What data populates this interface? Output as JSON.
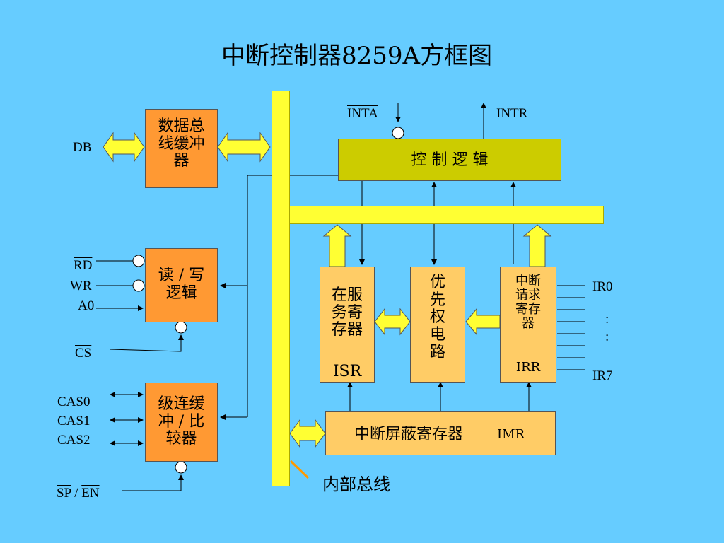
{
  "title": "中断控制器8259A方框图",
  "blocks": {
    "data_bus_buffer": "数据总线缓冲器",
    "rw_logic": "读 / 写逻辑",
    "cascade_buffer": "级连缓冲 / 比较器",
    "control_logic": "控 制 逻 辑",
    "isr": {
      "name": "在服务寄存器",
      "abbr": "ISR"
    },
    "priority": "优先权电路",
    "irr": {
      "name": "中断请求寄存器",
      "abbr": "IRR"
    },
    "imr": {
      "name": "中断屏蔽寄存器",
      "abbr": "IMR"
    }
  },
  "signals": {
    "db": "DB",
    "rd": "RD",
    "wr": "WR",
    "a0": "A0",
    "cs": "CS",
    "cas0": "CAS0",
    "cas1": "CAS1",
    "cas2": "CAS2",
    "sp": "SP",
    "sep": " / ",
    "en": "EN",
    "inta": "INTA",
    "intr": "INTR",
    "ir0": "IR0",
    "ir7": "IR7",
    "dots": ":"
  },
  "internal_bus_label": "内部总线",
  "colors": {
    "background": "#66ccff",
    "bus": "#ffff33",
    "orange_block": "#ff9933",
    "peach_block": "#ffcc66",
    "control_block": "#cccc00"
  }
}
